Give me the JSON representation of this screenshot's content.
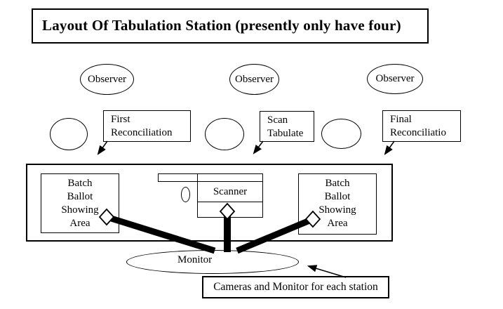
{
  "title": "Layout Of Tabulation Station (presently only have four)",
  "observers": [
    "Observer",
    "Observer",
    "Observer"
  ],
  "stages": {
    "first": "First\nReconciliation",
    "scan": "Scan\nTabulate",
    "final": "Final\nReconciliatio"
  },
  "station": {
    "batch_left": "Batch\nBallot\nShowing\nArea",
    "batch_right": "Batch\nBallot\nShowing\nArea",
    "scanner": "Scanner",
    "monitor": "Monitor"
  },
  "caption": "Cameras and Monitor for each station",
  "colors": {
    "ink": "#000000",
    "paper": "#ffffff"
  }
}
